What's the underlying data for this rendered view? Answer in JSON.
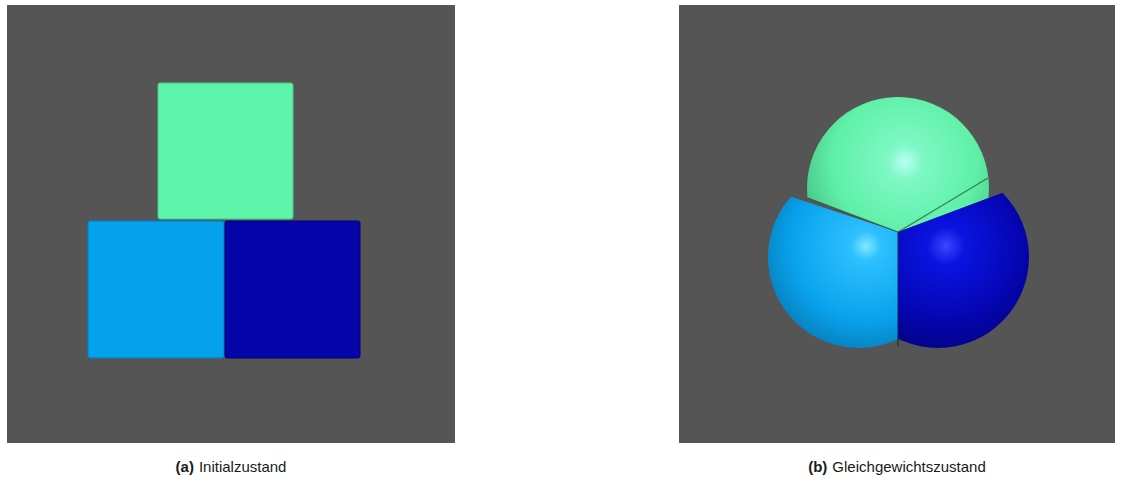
{
  "diagram": {
    "labels": [
      "(a)",
      "Initialzustand",
      "(b)",
      "Gleichgewichtszustand"
    ]
  }
}
